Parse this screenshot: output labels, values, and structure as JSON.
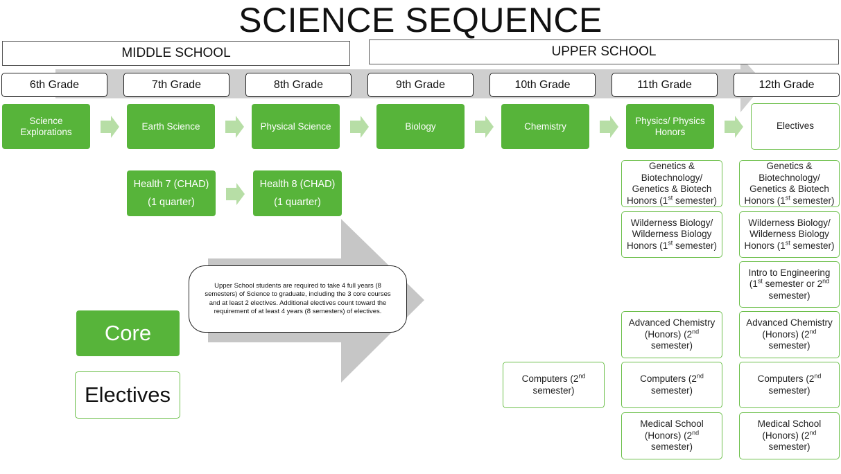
{
  "title": "SCIENCE SEQUENCE",
  "sections": {
    "middle": "MIDDLE SCHOOL",
    "upper": "UPPER SCHOOL"
  },
  "grades": [
    "6th Grade",
    "7th Grade",
    "8th Grade",
    "9th Grade",
    "10th Grade",
    "11th Grade",
    "12th Grade"
  ],
  "core_courses": [
    "Science Explorations",
    "Earth Science",
    "Physical Science",
    "Biology",
    "Chemistry",
    "Physics/ Physics Honors"
  ],
  "grade12_elective": "Electives",
  "health": [
    {
      "line1": "Health 7 (CHAD)",
      "line2": "(1 quarter)"
    },
    {
      "line1": "Health 8 (CHAD)",
      "line2": "(1 quarter)"
    }
  ],
  "note": "Upper School students are required to take 4 full years (8 semesters) of Science to graduate, including the 3 core courses and at least 2 electives.  Additional electives count toward the requirement of at least 4 years (8 semesters) of electives.",
  "legend": {
    "core": "Core",
    "electives": "Electives"
  },
  "electives": {
    "genetics": {
      "a": "Genetics &",
      "b": "Biotechnology/",
      "c": "Genetics & Biotech",
      "d": "Honors (1",
      "sup": "st",
      "e": " semester)"
    },
    "wilderness": {
      "a": "Wilderness Biology/",
      "b": "Wilderness Biology",
      "c": "Honors (1",
      "sup": "st",
      "d": " semester)"
    },
    "engineering": {
      "a": "Intro to Engineering",
      "b1": "(1",
      "sup1": "st",
      "b2": " semester or 2",
      "sup2": "nd",
      "c": "semester)"
    },
    "advchem": {
      "a": "Advanced Chemistry",
      "b": "(Honors) (2",
      "sup": "nd",
      "c": "semester)"
    },
    "computers": {
      "a": "Computers (2",
      "sup": "nd",
      "b": "semester)"
    },
    "medical": {
      "a": "Medical School",
      "b": "(Honors) (2",
      "sup": "nd",
      "c": "semester)"
    }
  },
  "colors": {
    "core_green": "#57b43a",
    "elective_border": "#6cbf4a",
    "arrow_light": "#b7dea6",
    "big_arrow_gray": "#c8c8c8"
  }
}
